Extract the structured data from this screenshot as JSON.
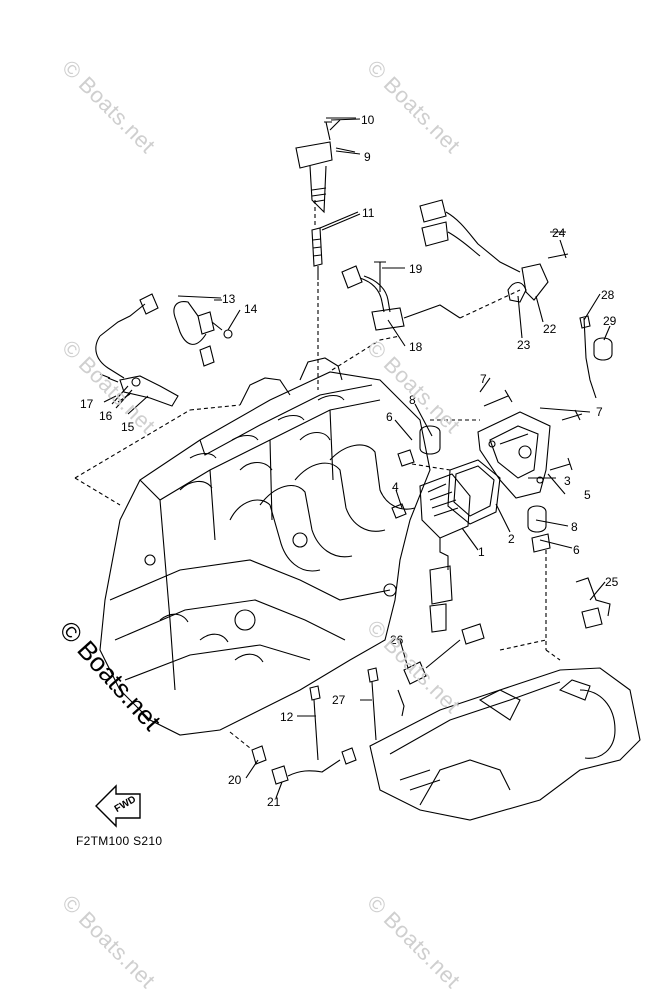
{
  "diagram": {
    "code": "F2TM100 S210",
    "fwd_label": "FWD",
    "watermark": "© Boats.net",
    "callouts": [
      "1",
      "2",
      "3",
      "4",
      "5",
      "6",
      "7",
      "8",
      "9",
      "10",
      "11",
      "12",
      "13",
      "14",
      "15",
      "16",
      "17",
      "18",
      "19",
      "20",
      "21",
      "22",
      "23",
      "24",
      "25",
      "26",
      "27",
      "28",
      "29"
    ],
    "callout_6b": "6",
    "callout_7b": "7",
    "callout_8b": "8"
  }
}
